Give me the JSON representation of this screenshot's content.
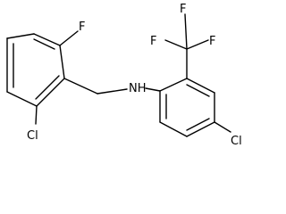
{
  "structure": {
    "atom_labels": {
      "fluorine": "F",
      "chlorine_left": "Cl",
      "amine": "NH",
      "cf3_fluorine_1": "F",
      "cf3_fluorine_2": "F",
      "cf3_fluorine_3": "F",
      "chlorine_right": "Cl"
    },
    "colors": {
      "bond": "#000000",
      "label": "#000000",
      "background": "#ffffff"
    }
  }
}
